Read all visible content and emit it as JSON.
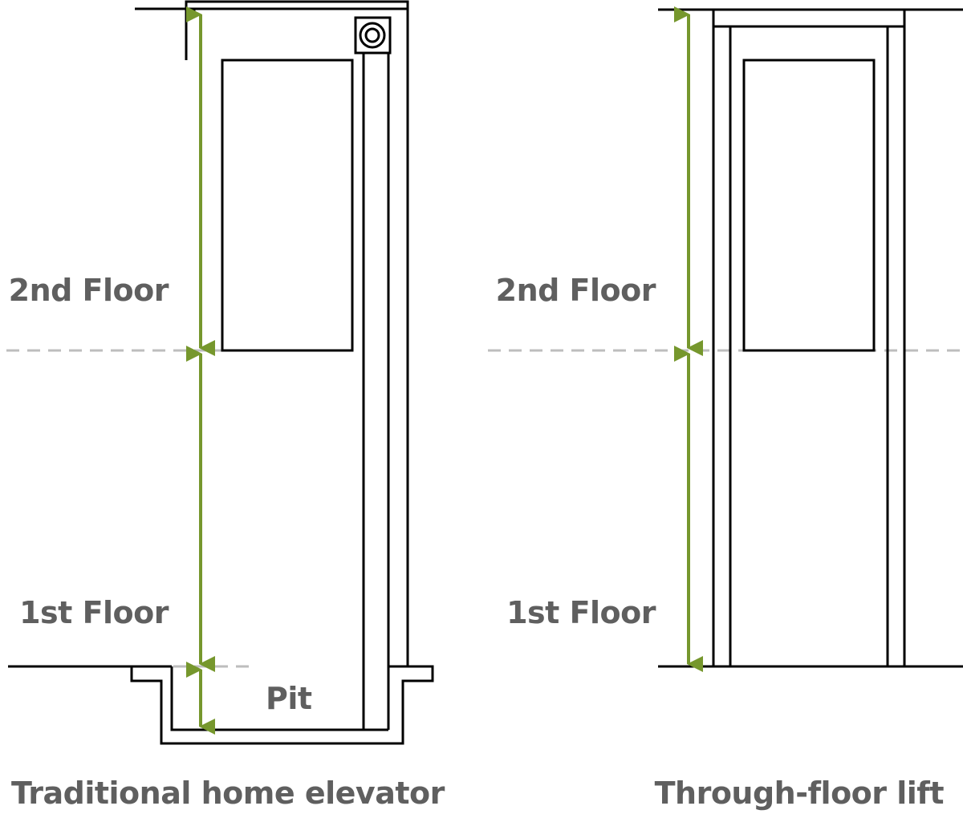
{
  "colors": {
    "line": "#000000",
    "arrow": "#76972d",
    "dashed": "#bdbdbd",
    "text": "#5f5f5f",
    "background": "#ffffff"
  },
  "traditional": {
    "label_2nd": "2nd Floor",
    "label_1st": "1st Floor",
    "label_pit": "Pit",
    "caption": "Traditional home elevator"
  },
  "through_floor": {
    "label_2nd": "2nd Floor",
    "label_1st": "1st Floor",
    "caption": "Through-floor lift"
  }
}
